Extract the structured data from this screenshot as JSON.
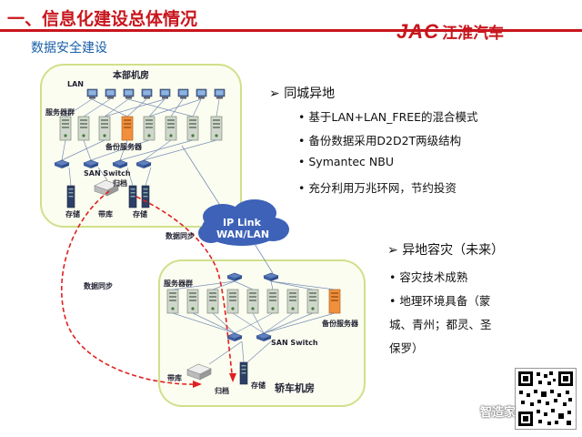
{
  "header": {
    "title": "一、信息化建设总体情况",
    "subtitle": "数据安全建设",
    "logo_brand": "JAC",
    "logo_cn": "江淮汽车"
  },
  "diagram": {
    "hq": {
      "title": "本部机房",
      "lan": "LAN",
      "server_cluster": "服务器群",
      "backup_server": "备份服务器",
      "san_switch": "SAN Switch",
      "archive": "归档",
      "storage_left": "存储",
      "tape_library": "带库",
      "storage_right": "存储"
    },
    "ip_link": {
      "line1": "IP Link",
      "line2": "WAN/LAN"
    },
    "sync_label_1": "数据同步",
    "sync_label_2": "数据同步",
    "car": {
      "title": "轿车机房",
      "server_cluster": "服务器群",
      "backup_server": "备份服务器",
      "san_switch": "SAN Switch",
      "tape_library": "带库",
      "archive": "归档",
      "storage": "存储"
    }
  },
  "bullets": {
    "section1": {
      "heading": "同城异地",
      "items": [
        "基于LAN+LAN_FREE的混合模式",
        "备份数据采用D2D2T两级结构",
        "Symantec NBU",
        "充分利用万兆环网，节约投资"
      ]
    },
    "section2": {
      "heading": "异地容灾（未来）",
      "items": [
        "容灾技术成熟",
        "地理环境具备（蒙",
        "城、青州；都灵、圣",
        "保罗）"
      ]
    }
  },
  "watermark": "智造家",
  "colors": {
    "accent": "#c8161d",
    "subtitle": "#1a5fa8",
    "site_border": "#cfe08a",
    "sync_line": "#e02020"
  }
}
